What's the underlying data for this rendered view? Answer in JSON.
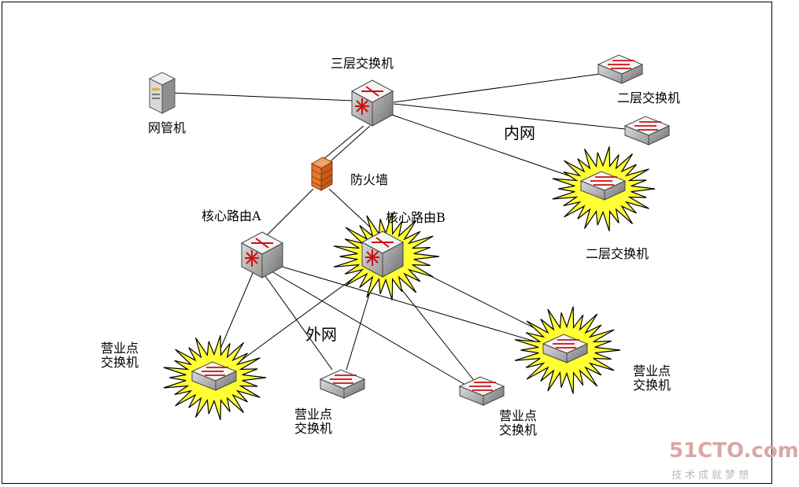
{
  "labels": {
    "l3_switch": "三层交换机",
    "nms": "网管机",
    "firewall": "防火墙",
    "core_a": "核心路由A",
    "core_b": "核心路由B",
    "l2_top": "二层交换机",
    "l2_burst": "二层交换机",
    "intranet": "内网",
    "extranet": "外网",
    "branch_left": [
      "营业点",
      "交换机"
    ],
    "branch_mid": [
      "营业点",
      "交换机"
    ],
    "branch_right_mid": [
      "营业点",
      "交换机"
    ],
    "branch_right": [
      "营业点",
      "交换机"
    ]
  },
  "watermark": {
    "brand": "51CTO.com",
    "slogan": "技术成就梦想"
  },
  "colors": {
    "line": "#000000",
    "burst_fill": "#ffff33",
    "device_top": "#f2f2f2",
    "arrow": "#cc1111",
    "firewall": "#e8772e"
  },
  "highlighted_devices": [
    "core_b",
    "l2_burst",
    "branch_left",
    "branch_right"
  ]
}
